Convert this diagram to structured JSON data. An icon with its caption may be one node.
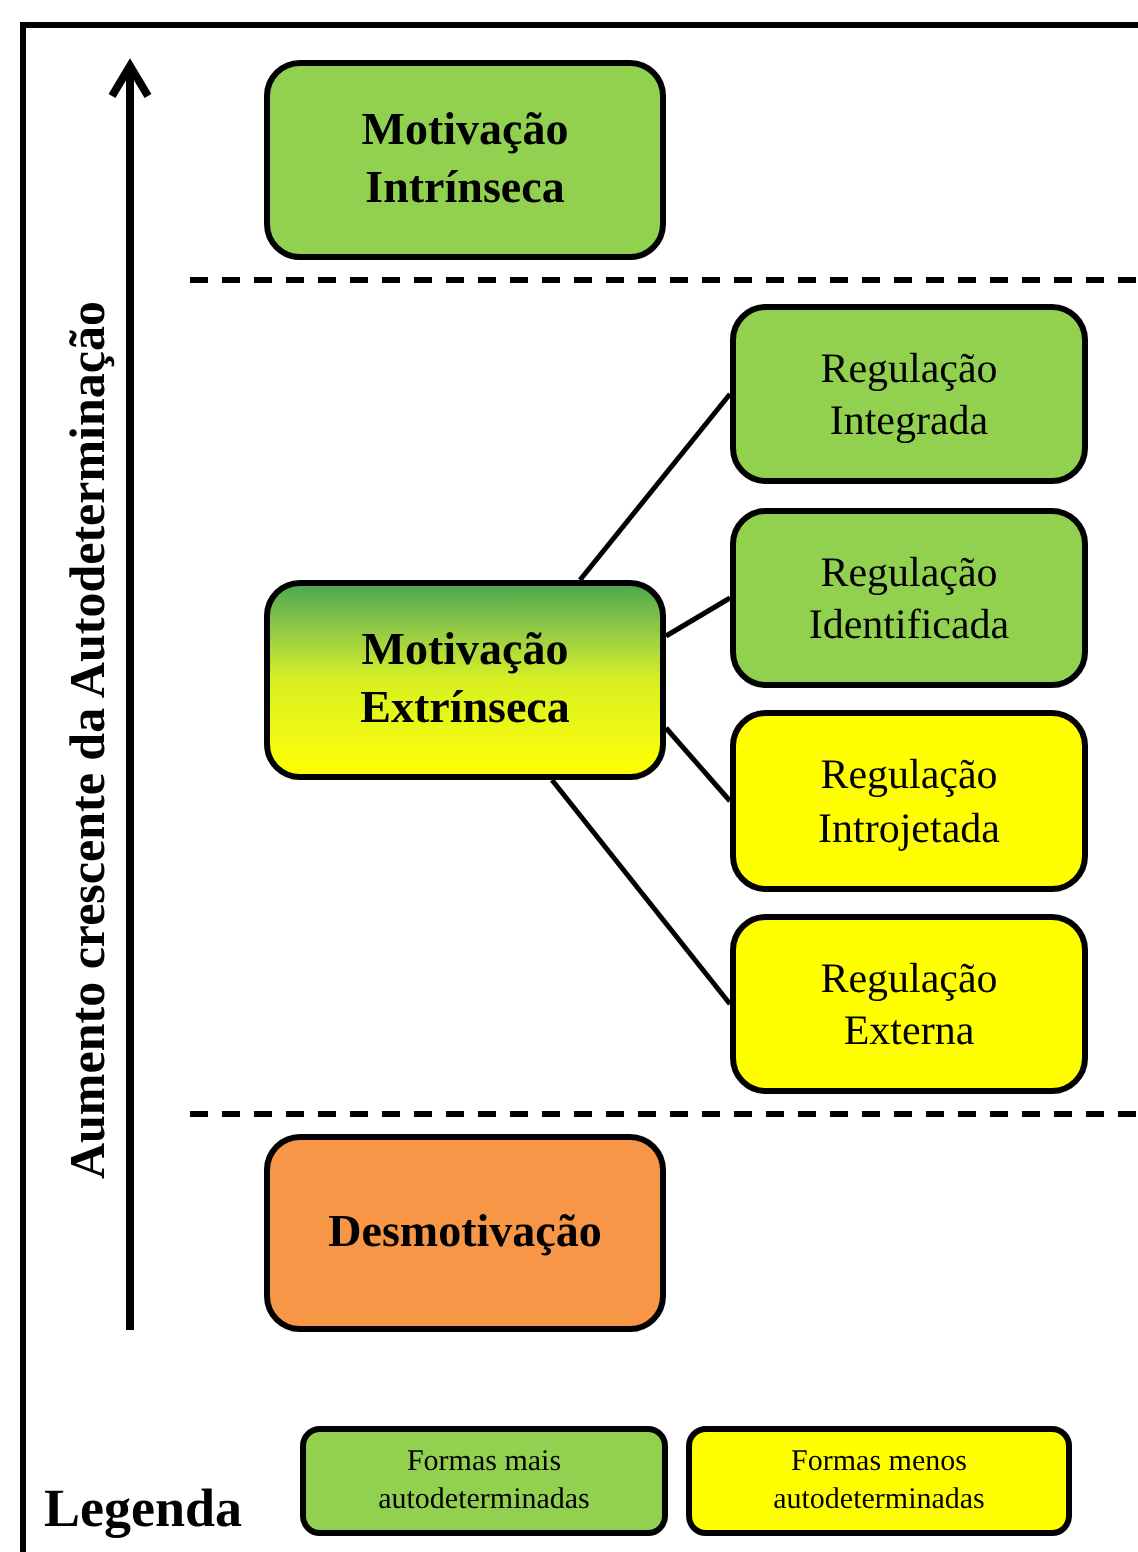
{
  "diagram": {
    "nodes": [
      {
        "text": [
          "Motivação Intrínseca"
        ]
      },
      {
        "text": [
          "Motivação Extrínseca"
        ]
      },
      {
        "text": [
          "Regulação Integrada"
        ]
      },
      {
        "text": [
          "Regulação Identificada"
        ]
      },
      {
        "text": [
          "Regulação Introjetada"
        ]
      },
      {
        "text": [
          "Regulação Externa"
        ]
      },
      {
        "text": [
          "Desmotivação"
        ]
      }
    ],
    "edges": [
      {
        "from": 1,
        "to": 2,
        "arrow": "none"
      },
      {
        "from": 1,
        "to": 3,
        "arrow": "none"
      },
      {
        "from": 1,
        "to": 4,
        "arrow": "none"
      },
      {
        "from": 1,
        "to": 5,
        "arrow": "none"
      }
    ],
    "labels": [
      "Aumento crescente da Autodeterminação",
      "Legenda"
    ],
    "legend": [
      {
        "text": "Formas mais autodeterminadas",
        "color": "#92d050"
      },
      {
        "text": "Formas menos autodeterminadas",
        "color": "#ffff00"
      }
    ]
  }
}
